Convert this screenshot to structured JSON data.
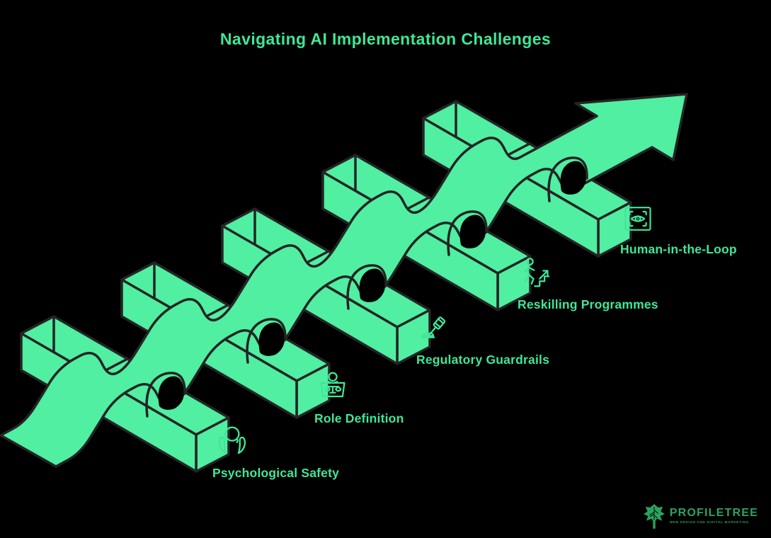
{
  "title": "Navigating AI Implementation Challenges",
  "steps": [
    {
      "label": "Psychological Safety",
      "icon": "head-in-hands-icon"
    },
    {
      "label": "Role Definition",
      "icon": "person-scales-icon"
    },
    {
      "label": "Regulatory Guardrails",
      "icon": "gavel-icon"
    },
    {
      "label": "Reskilling Programmes",
      "icon": "person-stairs-icon"
    },
    {
      "label": "Human-in-the-Loop",
      "icon": "eye-scan-icon"
    }
  ],
  "illustration": {
    "type": "ascending-ribbon-over-hurdles",
    "hurdle_count": 5,
    "flow": "ribbon rises from bottom-left over five isometric bars and ends in an arrow pointing to the top-right"
  },
  "logo": {
    "name": "PROFILETREE",
    "tagline": "WEB DESIGN AND DIGITAL MARKETING"
  },
  "colors": {
    "background": "#000000",
    "ribbon": "#50efa2",
    "outline": "#242424",
    "text": "#3fe797",
    "logo": "#2ba35f"
  }
}
